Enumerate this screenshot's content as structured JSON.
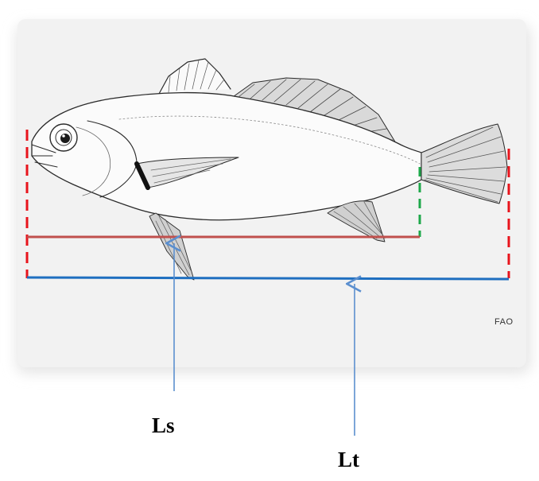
{
  "labels": {
    "standard_length": "Ls",
    "total_length": "Lt"
  },
  "credit": "FAO",
  "colors": {
    "standard_length_line": "#c0504d",
    "total_length_line": "#1f6fc0",
    "boundary_marks": "#e8141c",
    "caudal_base_mark": "#1ea84a",
    "arrow": "#5b8fcf"
  }
}
